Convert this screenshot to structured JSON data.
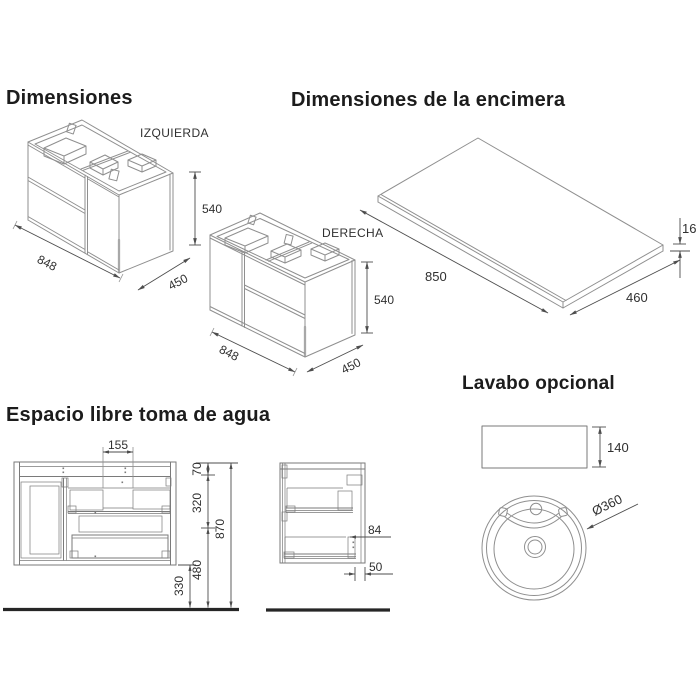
{
  "colors": {
    "background": "#ffffff",
    "heading_text": "#1c1c1c",
    "drawing_lines": "#8f8f8f",
    "dimension_text": "#303030",
    "floor_line": "#262626"
  },
  "dimensiones": {
    "title": "Dimensiones",
    "left_cabinet": {
      "label": "IZQUIERDA",
      "width": "848",
      "depth": "450",
      "height": "540"
    },
    "right_cabinet": {
      "label": "DERECHA",
      "width": "848",
      "depth": "450",
      "height": "540"
    }
  },
  "encimera": {
    "title": "Dimensiones de la encimera",
    "length": "850",
    "depth": "460",
    "thickness": "16"
  },
  "espacio": {
    "title": "Espacio libre toma de agua",
    "front_view": {
      "tap_clearance": "155",
      "top_offset": "70",
      "drawer_zone": "320",
      "lower_zone": "480",
      "floor_gap": "330",
      "total_height": "870"
    },
    "side_view": {
      "back_clearance": "84",
      "bottom_clearance": "50"
    }
  },
  "lavabo": {
    "title": "Lavabo opcional",
    "basin_height": "140",
    "basin_diameter": "Ø360"
  }
}
